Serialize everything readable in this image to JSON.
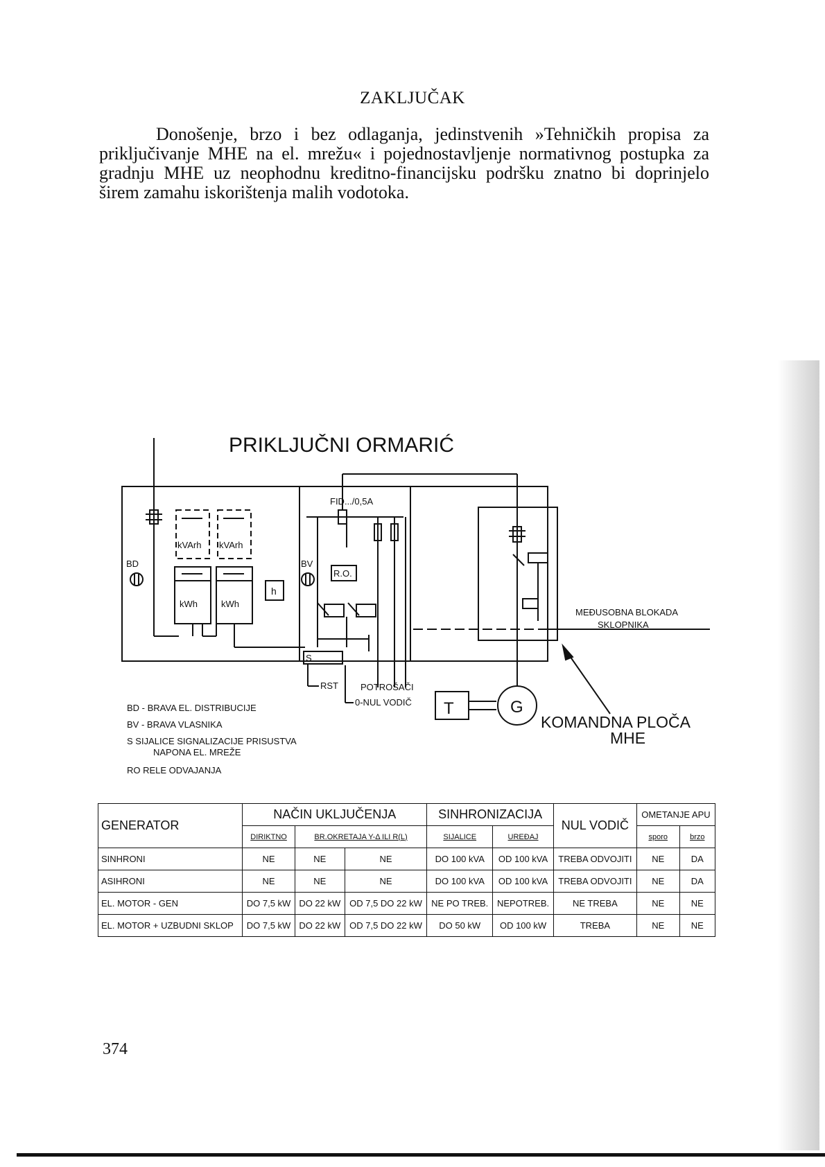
{
  "heading": "ZAKLJUČAK",
  "paragraph": "Donošenje, brzo i bez odlaganja, jedinstvenih »Tehničkih propisa za priključivanje MHE na el. mrežu« i pojednostavljenje normativnog postupka za gradnju MHE uz neophodnu kreditno-financijsku podršku znatno bi doprinjelo širem zamahu iskorištenja malih vodotoka.",
  "diagram": {
    "title": "PRIKLJUČNI ORMARIĆ",
    "bd": "BD",
    "bv": "BV",
    "kvarh": "kVArh",
    "kwh": "kWh",
    "h": "h",
    "fid": "FID.../0,5A",
    "ro": "R.O.",
    "s": "S",
    "rst": "RST",
    "potrosaci": "POTROŠAČI",
    "nul_vodic": "0-NUL VODIČ",
    "t": "T",
    "g": "G",
    "blokada_1": "MEĐUSOBNA BLOKADA",
    "blokada_2": "SKLOPNIKA",
    "komandna_1": "KOMANDNA PLOČA",
    "komandna_2": "MHE",
    "legend": {
      "bd": "BD - BRAVA EL. DISTRIBUCIJE",
      "bv": "BV - BRAVA VLASNIKA",
      "s1": "S    SIJALICE SIGNALIZACIJE PRISUSTVA",
      "s2": "NAPONA EL. MREŽE",
      "ro": "RO   RELE ODVAJANJA"
    }
  },
  "table": {
    "h_generator": "GENERATOR",
    "h_nacin": "NAČIN UKLJUČENJA",
    "h_sinhron": "SINHRONIZACIJA",
    "h_nul": "NUL VODIČ",
    "h_ometanje": "OMETANJE APU",
    "sub": {
      "dirikt": "DIRIKTNO",
      "okretaja": "BR.OKRETAJA Y-Δ ILI R(L)",
      "sijalice": "SIJALICE",
      "uredaj": "UREĐAJ",
      "sporo": "sporo",
      "brzo": "brzo"
    },
    "rows": [
      {
        "name": "SINHRONI",
        "c1": "NE",
        "c2": "NE",
        "c3": "NE",
        "c4": "DO 100 kVA",
        "c5": "OD 100 kVA",
        "c6": "TREBA ODVOJITI",
        "c7": "NE",
        "c8": "DA"
      },
      {
        "name": "ASIHRONI",
        "c1": "NE",
        "c2": "NE",
        "c3": "NE",
        "c4": "DO 100 kVA",
        "c5": "OD 100 kVA",
        "c6": "TREBA ODVOJITI",
        "c7": "NE",
        "c8": "DA"
      },
      {
        "name": "EL. MOTOR - GEN",
        "c1": "DO 7,5 kW",
        "c2": "DO 22 kW",
        "c3": "OD 7,5 DO 22 kW",
        "c4": "NE PO TREB.",
        "c5": "NEPOTREB.",
        "c6": "NE TREBA",
        "c7": "NE",
        "c8": "NE"
      },
      {
        "name": "EL. MOTOR + UZBUDNI SKLOP",
        "c1": "DO 7,5 kW",
        "c2": "DO 22 kW",
        "c3": "OD 7,5 DO 22 kW",
        "c4": "DO 50 kW",
        "c5": "OD 100 kW",
        "c6": "TREBA",
        "c7": "NE",
        "c8": "NE"
      }
    ]
  },
  "page_number": "374"
}
